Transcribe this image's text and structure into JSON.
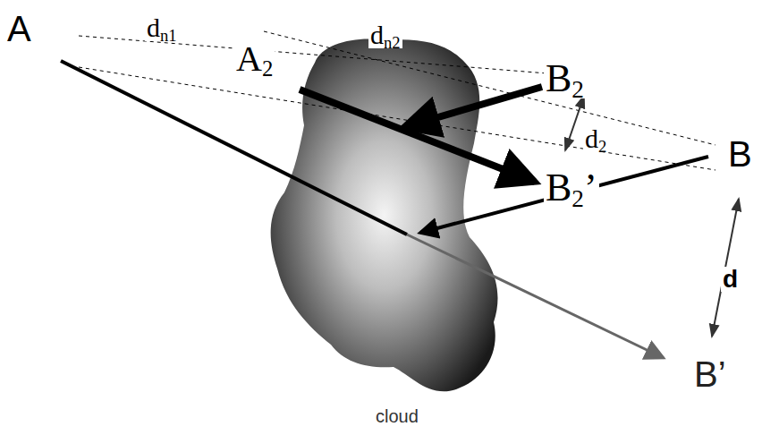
{
  "diagram": {
    "labels": [
      "A",
      "dn1",
      "A2",
      "dn2",
      "B2",
      "d2",
      "B",
      "B2’",
      "d",
      "B’",
      "cloud"
    ]
  }
}
